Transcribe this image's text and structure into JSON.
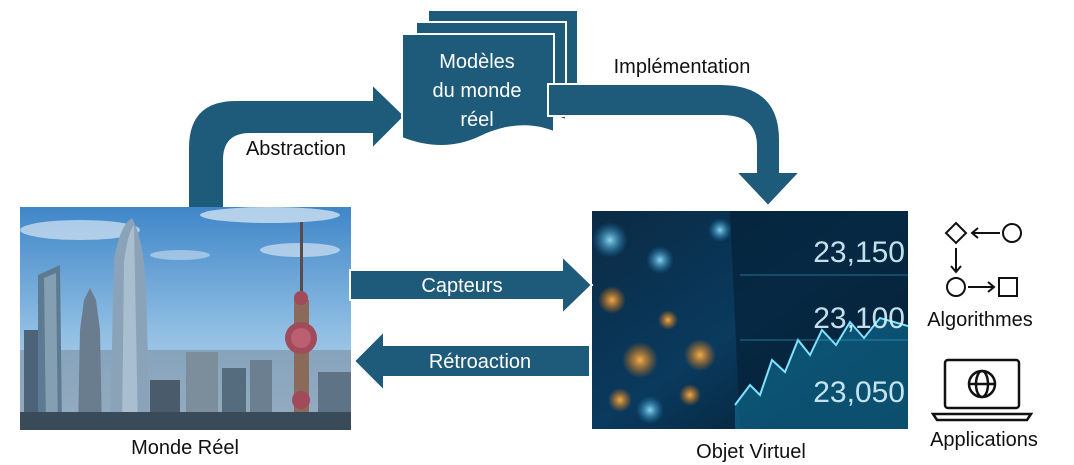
{
  "diagram": {
    "models": {
      "line1": "Modèles",
      "line2": "du monde",
      "line3": "réel"
    },
    "arrows": {
      "abstraction": "Abstraction",
      "implementation": "Implémentation",
      "sensors": "Capteurs",
      "feedback": "Rétroaction"
    },
    "real_world_label": "Monde Réel",
    "virtual_object_label": "Objet Virtuel",
    "algorithms_label": "Algorithmes",
    "applications_label": "Applications",
    "ticker_values": [
      "23,150",
      "23,100",
      "23,050"
    ]
  },
  "colors": {
    "arrow_fill": "#1e5a7a",
    "arrow_stroke": "#ffffff",
    "icon_stroke": "#111111"
  }
}
